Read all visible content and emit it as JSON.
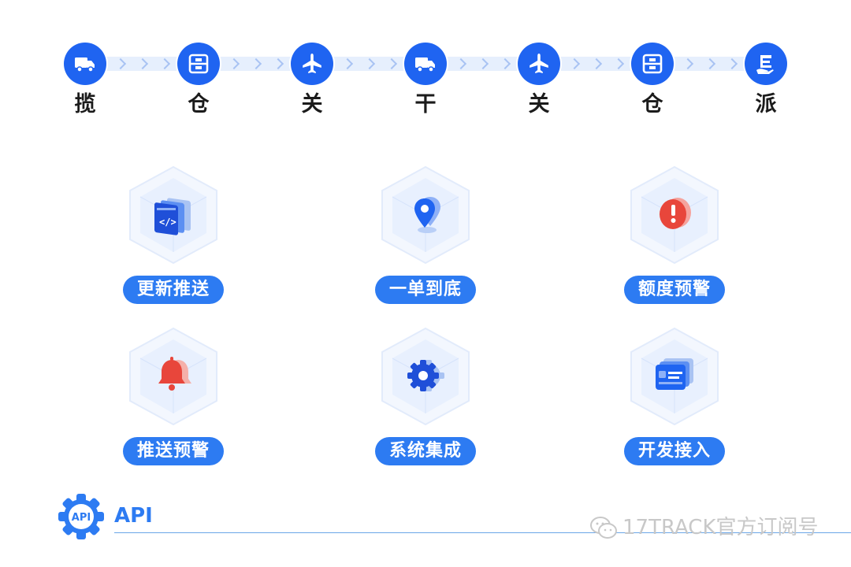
{
  "flow": {
    "steps": [
      {
        "label": "揽",
        "icon": "truck-icon"
      },
      {
        "label": "仓",
        "icon": "warehouse-icon"
      },
      {
        "label": "关",
        "icon": "airplane-icon"
      },
      {
        "label": "干",
        "icon": "truck-icon"
      },
      {
        "label": "关",
        "icon": "airplane-icon"
      },
      {
        "label": "仓",
        "icon": "warehouse-icon"
      },
      {
        "label": "派",
        "icon": "delivery-icon"
      }
    ]
  },
  "features": [
    {
      "label": "更新推送",
      "icon": "code-window-icon"
    },
    {
      "label": "一单到底",
      "icon": "location-pin-icon"
    },
    {
      "label": "额度预警",
      "icon": "alert-circle-icon"
    },
    {
      "label": "推送预警",
      "icon": "bell-icon"
    },
    {
      "label": "系统集成",
      "icon": "gear-icon"
    },
    {
      "label": "开发接入",
      "icon": "id-card-icon"
    }
  ],
  "footer": {
    "api_badge": "API",
    "api_label": "API",
    "watermark": "17TRACK官方订阅号",
    "watermark_icon": "wechat-icon"
  },
  "colors": {
    "primary": "#1f64f1",
    "pill": "#2d7bf2",
    "alert": "#e8463b",
    "chevron": "#a9c3f3",
    "hex_fill": "#eef4fe"
  }
}
